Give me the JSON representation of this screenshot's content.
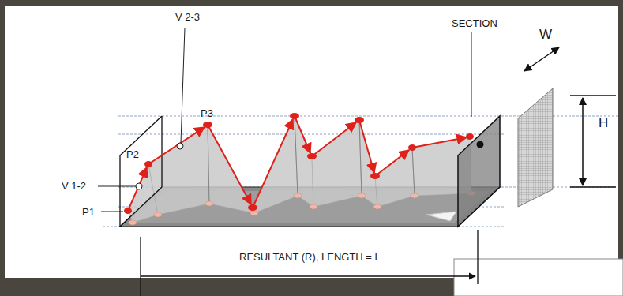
{
  "diagram": {
    "labels": [
      "V 2-3",
      "SECTION",
      "W",
      "H",
      "P3",
      "P2",
      "V 1-2",
      "P1",
      "RESULTANT (R), LENGTH = L"
    ]
  }
}
